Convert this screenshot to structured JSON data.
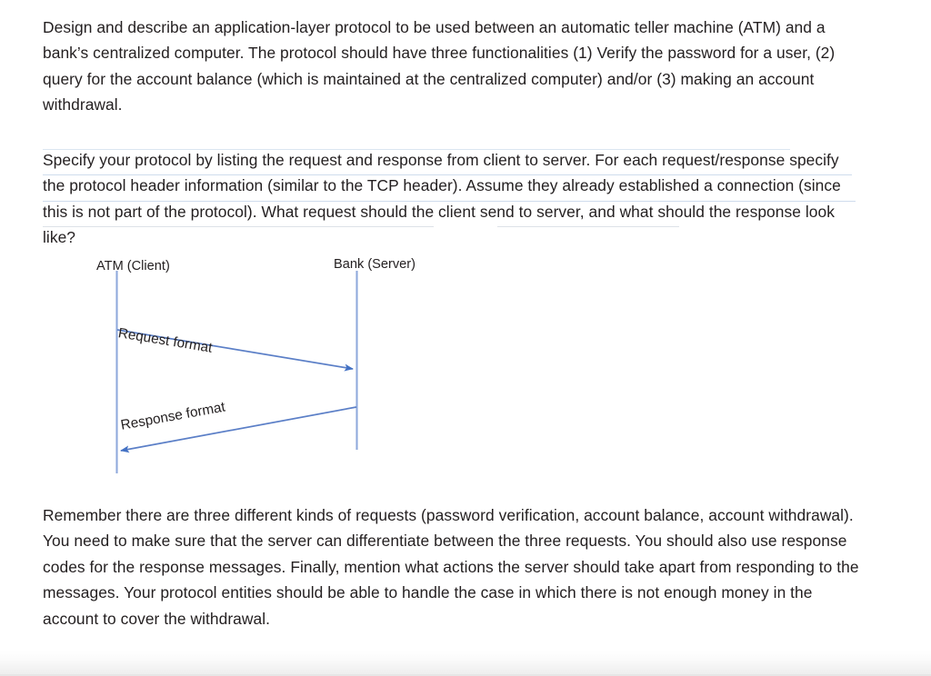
{
  "document": {
    "paragraphs": [
      "Design and describe an application-layer protocol to be used between an automatic teller machine (ATM) and a bank’s centralized computer. The protocol should have three functionalities (1) Verify the password for a user, (2) query for the account balance (which is maintained at the centralized computer) and/or (3) making an account withdrawal.",
      "Specify your protocol by listing the request and response from client to server. For each request/response specify the protocol header information (similar to the TCP header). Assume they already established a connection (since this is not part of the protocol). What request should the client send to server, and what should the response look like?",
      "Remember there are three different kinds of requests (password verification, account balance, account withdrawal). You need to make sure that the server can differentiate between the three requests. You should also use response codes for the response messages.  Finally, mention what actions the server should take apart from responding to the messages. Your protocol entities should be able to handle the case in which there is not enough money in the account to cover the withdrawal."
    ]
  },
  "diagram": {
    "type": "sequence-diagram",
    "participants": [
      {
        "id": "client",
        "label": "ATM (Client)"
      },
      {
        "id": "server",
        "label": "Bank (Server)"
      }
    ],
    "messages": [
      {
        "label": "Request format",
        "from": "client",
        "to": "server",
        "direction": "right"
      },
      {
        "label": "Response format",
        "from": "server",
        "to": "client",
        "direction": "left"
      }
    ],
    "colors": {
      "lifeline": "#8faadc",
      "arrow": "#5b7fc7",
      "arrowhead": "#4472c4",
      "text": "#231f20"
    }
  },
  "page": {
    "background": "#ffffff",
    "bottom_band": "#ededed"
  }
}
